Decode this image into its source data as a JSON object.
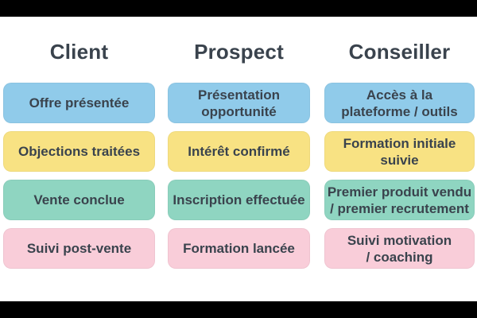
{
  "palette": {
    "background": "#ffffff",
    "letterbox": "#000000",
    "text": "#3a434d",
    "row_colors": [
      "#90cbea",
      "#f8e283",
      "#8fd5c1",
      "#f9cdd9"
    ]
  },
  "columns": [
    {
      "header": "Client",
      "items": [
        {
          "lines": [
            "Offre présentée"
          ]
        },
        {
          "lines": [
            "Objections traitées"
          ]
        },
        {
          "lines": [
            "Vente conclue"
          ]
        },
        {
          "lines": [
            "Suivi post-vente"
          ]
        }
      ]
    },
    {
      "header": "Prospect",
      "items": [
        {
          "lines": [
            "Présentation",
            "opportunité"
          ]
        },
        {
          "lines": [
            "Intérêt confirmé"
          ]
        },
        {
          "lines": [
            "Inscription effectuée"
          ]
        },
        {
          "lines": [
            "Formation lancée"
          ]
        }
      ]
    },
    {
      "header": "Conseiller",
      "items": [
        {
          "lines": [
            "Accès à la",
            "plateforme / outils"
          ]
        },
        {
          "lines": [
            "Formation initiale",
            "suivie"
          ]
        },
        {
          "lines": [
            "Premier produit vendu",
            "/ premier recrutement"
          ]
        },
        {
          "lines": [
            "Suivi motivation",
            "/ coaching"
          ]
        }
      ]
    }
  ]
}
